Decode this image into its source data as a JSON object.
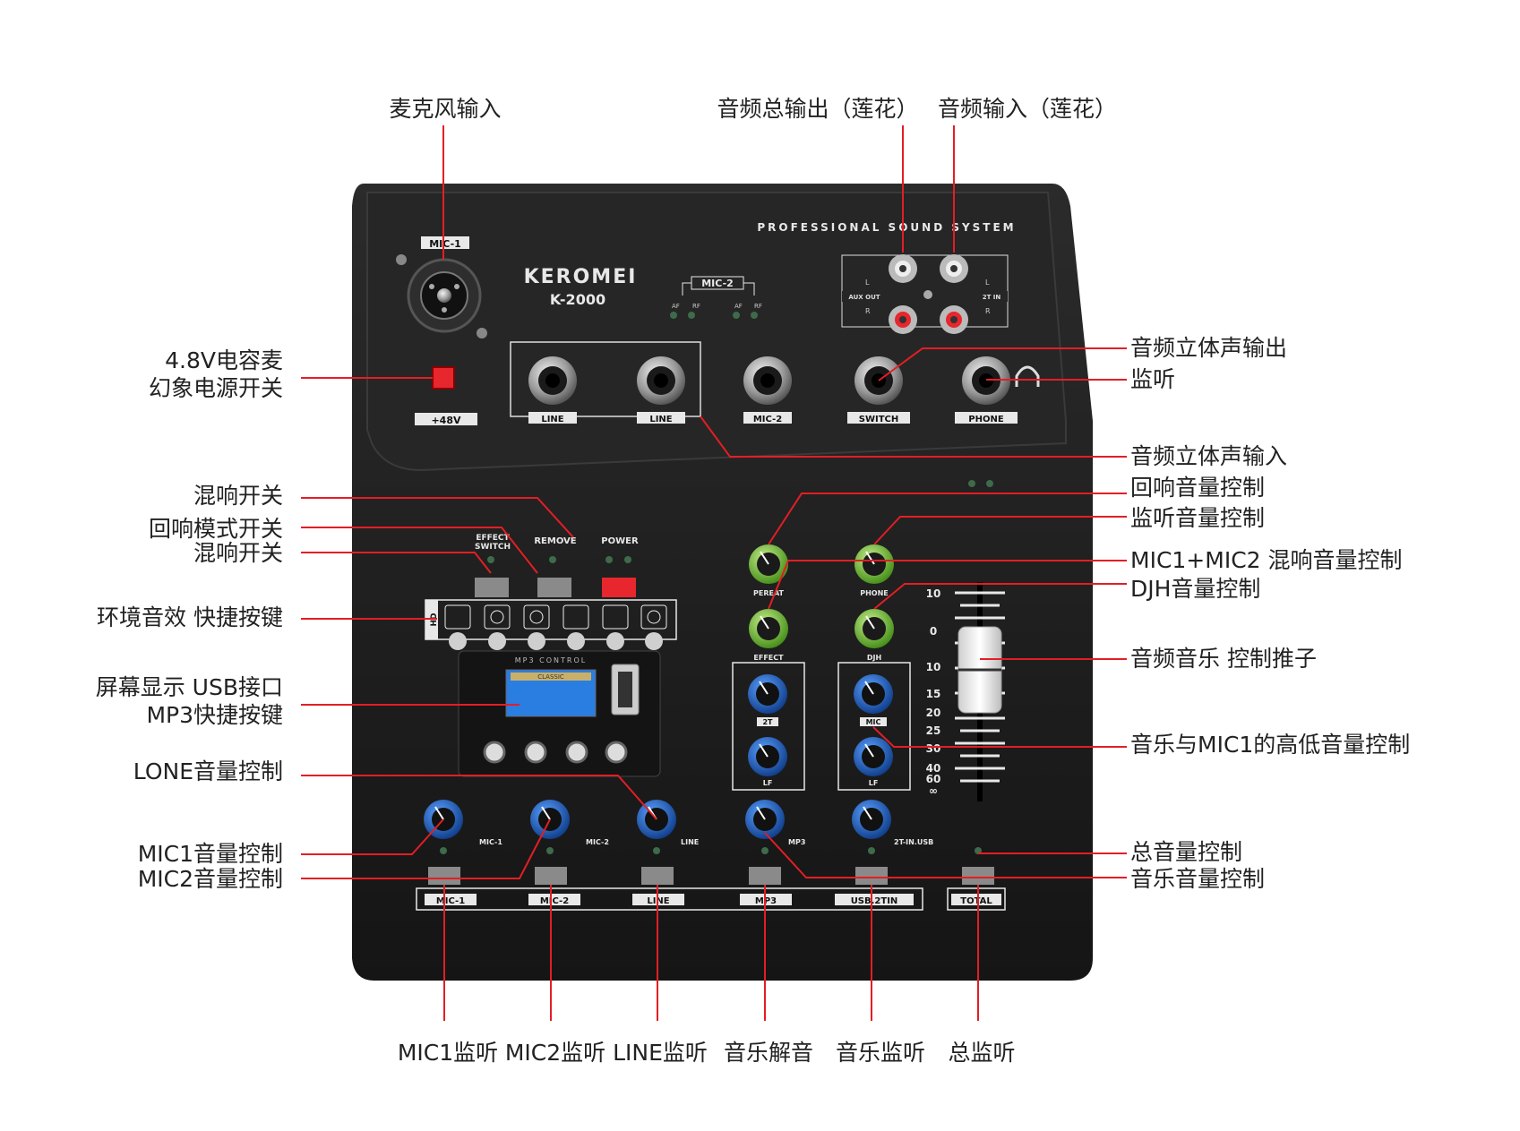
{
  "device": {
    "brand": "KEROMEI",
    "model": "K-2000",
    "tagline": "PROFESSIONAL SOUND SYSTEM",
    "mp3_panel_title": "MP3 CONTROL",
    "lcd_text": "CLASSIC",
    "labels": {
      "mic1_top": "MIC-1",
      "mic2_group": "MIC-2",
      "af": "AF",
      "rf": "RF",
      "aux_out": "AUX OUT",
      "two_t_in": "2T IN",
      "l": "L",
      "r": "R",
      "phantom": "+48V",
      "jack_line1": "LINE",
      "jack_line2": "LINE",
      "jack_mic2": "MIC-2",
      "jack_switch": "SWITCH",
      "jack_phone": "PHONE",
      "effect_switch": "EFFECT SWITCH",
      "remove": "REMOVE",
      "power": "POWER",
      "hd": "HD",
      "repeat": "PEREAT",
      "phone_knob": "PHONE",
      "effect": "EFFECT",
      "djh": "DJH",
      "eq_2t": "2T",
      "eq_lf_left": "LF",
      "eq_mic": "MIC",
      "eq_lf_right": "LF",
      "knob_mic1": "MIC-1",
      "knob_mic2": "MIC-2",
      "knob_line": "LINE",
      "knob_mp3": "MP3",
      "knob_usb": "2T-IN.USB",
      "btn_mic1": "MIC-1",
      "btn_mic2": "MIC-2",
      "btn_line": "LINE",
      "btn_mp3": "MP3",
      "btn_usb": "USB.2TIN",
      "btn_total": "TOTAL"
    },
    "fader_scale": [
      "10",
      "0",
      "10",
      "15",
      "20",
      "25",
      "30",
      "40",
      "60",
      "∞"
    ],
    "colors": {
      "body": "#1f1f1f",
      "panel_top": "#272727",
      "accent_red": "#e8262d",
      "knob_blue": "#1e5fb0",
      "knob_green": "#7ac142",
      "leader": "#e31e24",
      "lcd": "#2a7de1"
    }
  },
  "callouts": {
    "top": [
      {
        "text": "麦克风输入"
      },
      {
        "text": "音频总输出（莲花）"
      },
      {
        "text": "音频输入（莲花）"
      }
    ],
    "left": [
      {
        "lines": [
          "4.8V电容麦",
          "幻象电源开关"
        ]
      },
      {
        "lines": [
          "混响开关"
        ]
      },
      {
        "lines": [
          "回响模式开关"
        ]
      },
      {
        "lines": [
          "混响开关"
        ]
      },
      {
        "lines": [
          "环境音效 快捷按键"
        ]
      },
      {
        "lines": [
          "屏幕显示 USB接口",
          "MP3快捷按键"
        ]
      },
      {
        "lines": [
          "LONE音量控制"
        ]
      },
      {
        "lines": [
          "MIC1音量控制"
        ]
      },
      {
        "lines": [
          "MIC2音量控制"
        ]
      }
    ],
    "right": [
      {
        "text": "音频立体声输出"
      },
      {
        "text": "监听"
      },
      {
        "text": "音频立体声输入"
      },
      {
        "text": "回响音量控制"
      },
      {
        "text": "监听音量控制"
      },
      {
        "text": "MIC1+MIC2 混响音量控制"
      },
      {
        "text": "DJH音量控制"
      },
      {
        "text": "音频音乐 控制推子"
      },
      {
        "text": "音乐与MIC1的高低音量控制"
      },
      {
        "text": "总音量控制"
      },
      {
        "text": "音乐音量控制"
      }
    ],
    "bottom": [
      {
        "text": "MIC1监听"
      },
      {
        "text": "MIC2监听"
      },
      {
        "text": "LINE监听"
      },
      {
        "text": "音乐解音"
      },
      {
        "text": "音乐监听"
      },
      {
        "text": "总监听"
      }
    ]
  }
}
